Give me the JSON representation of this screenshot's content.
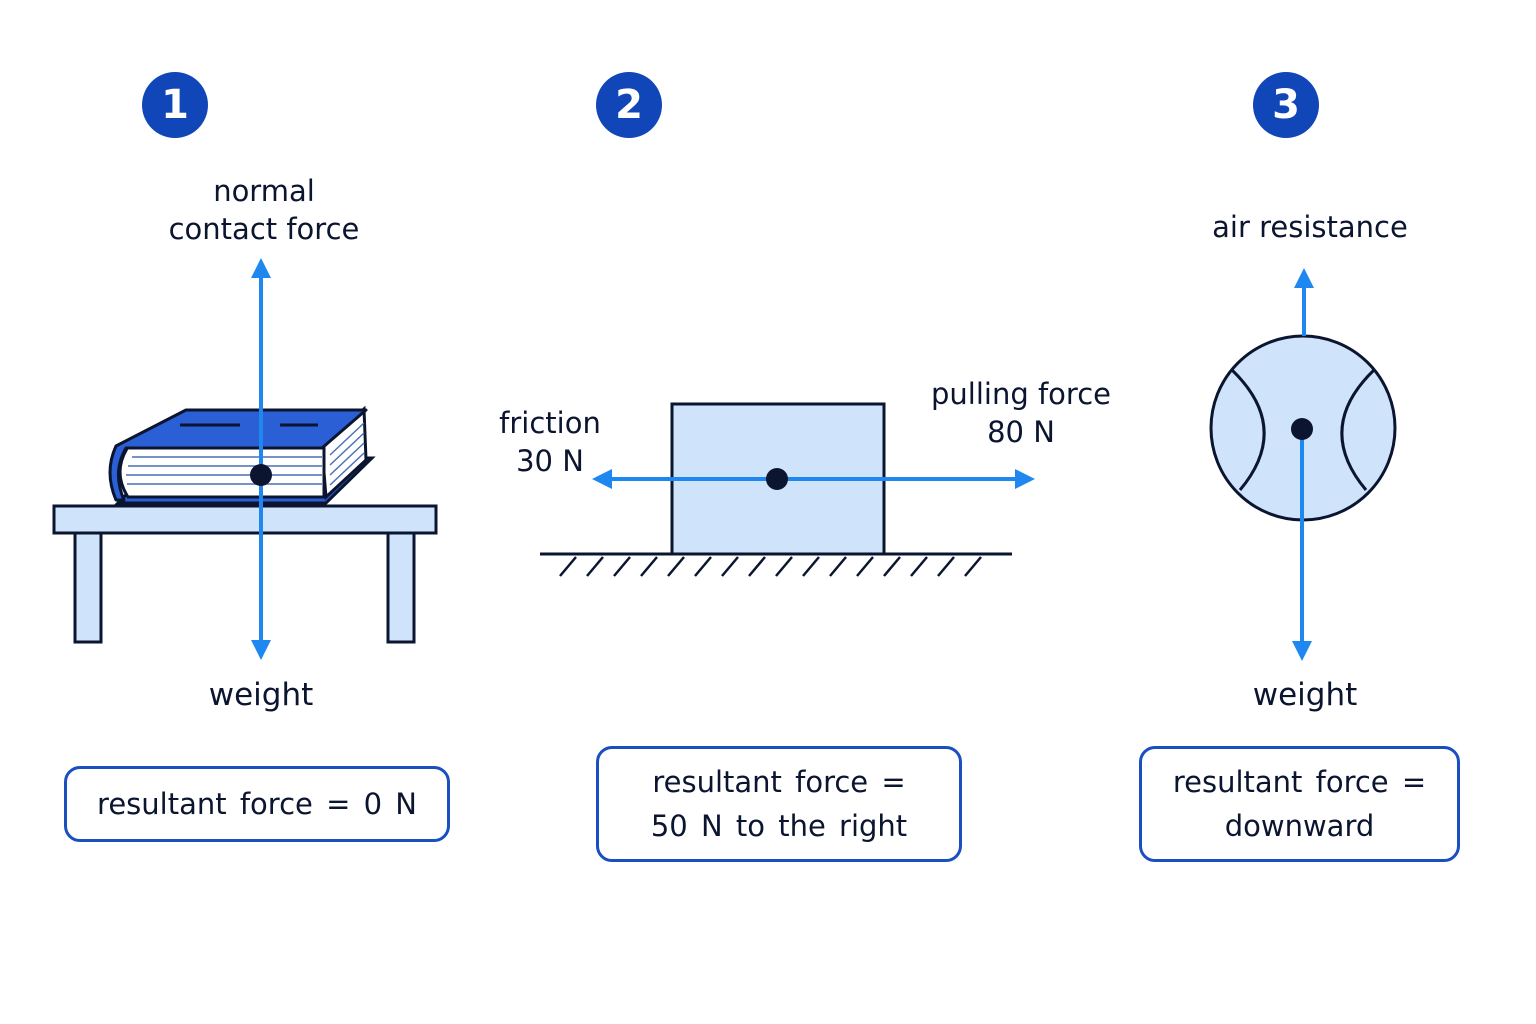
{
  "colors": {
    "accent_dark": "#1146b8",
    "arrow_blue": "#1e88f0",
    "object_fill": "#cfe3fa",
    "book_cover": "#2b5fd6",
    "outline": "#0b1530"
  },
  "panels": [
    {
      "number": "1",
      "label_top_line1": "normal",
      "label_top_line2": "contact force",
      "label_bottom": "weight",
      "result": "resultant force = 0 N"
    },
    {
      "number": "2",
      "label_left_line1": "friction",
      "label_left_line2": "30 N",
      "label_right_line1": "pulling force",
      "label_right_line2": "80 N",
      "result_line1": "resultant force =",
      "result_line2": "50 N to the right"
    },
    {
      "number": "3",
      "label_top": "air resistance",
      "label_bottom": "weight",
      "result_line1": "resultant force =",
      "result_line2": "downward"
    }
  ]
}
